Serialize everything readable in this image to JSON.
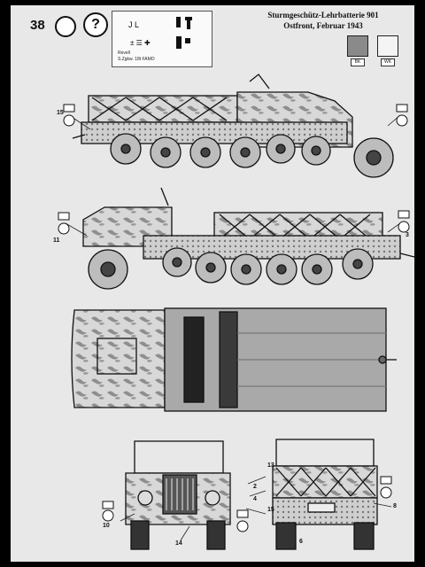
{
  "sheet": {
    "step_number": "38",
    "title_line1": "Sturmgeschütz-Lehrbatterie 901",
    "title_line2": "Ostfront, Februar 1943"
  },
  "badges": {
    "left": "",
    "right": "?"
  },
  "decal_sheet": {
    "caption1": "Revell",
    "caption2": "S.Zgkw. 18t FAMO"
  },
  "swatches": [
    {
      "color": "#8a8a8a",
      "label": "BK"
    },
    {
      "color": "#f4f4f4",
      "label": "WK"
    }
  ],
  "callouts": {
    "c1": "15",
    "c2": "11",
    "c3": "3",
    "c4": "13",
    "c5": "2",
    "c6": "15",
    "c7": "4",
    "c8": "6",
    "c9": "14",
    "c10": "10",
    "c11": "8"
  }
}
